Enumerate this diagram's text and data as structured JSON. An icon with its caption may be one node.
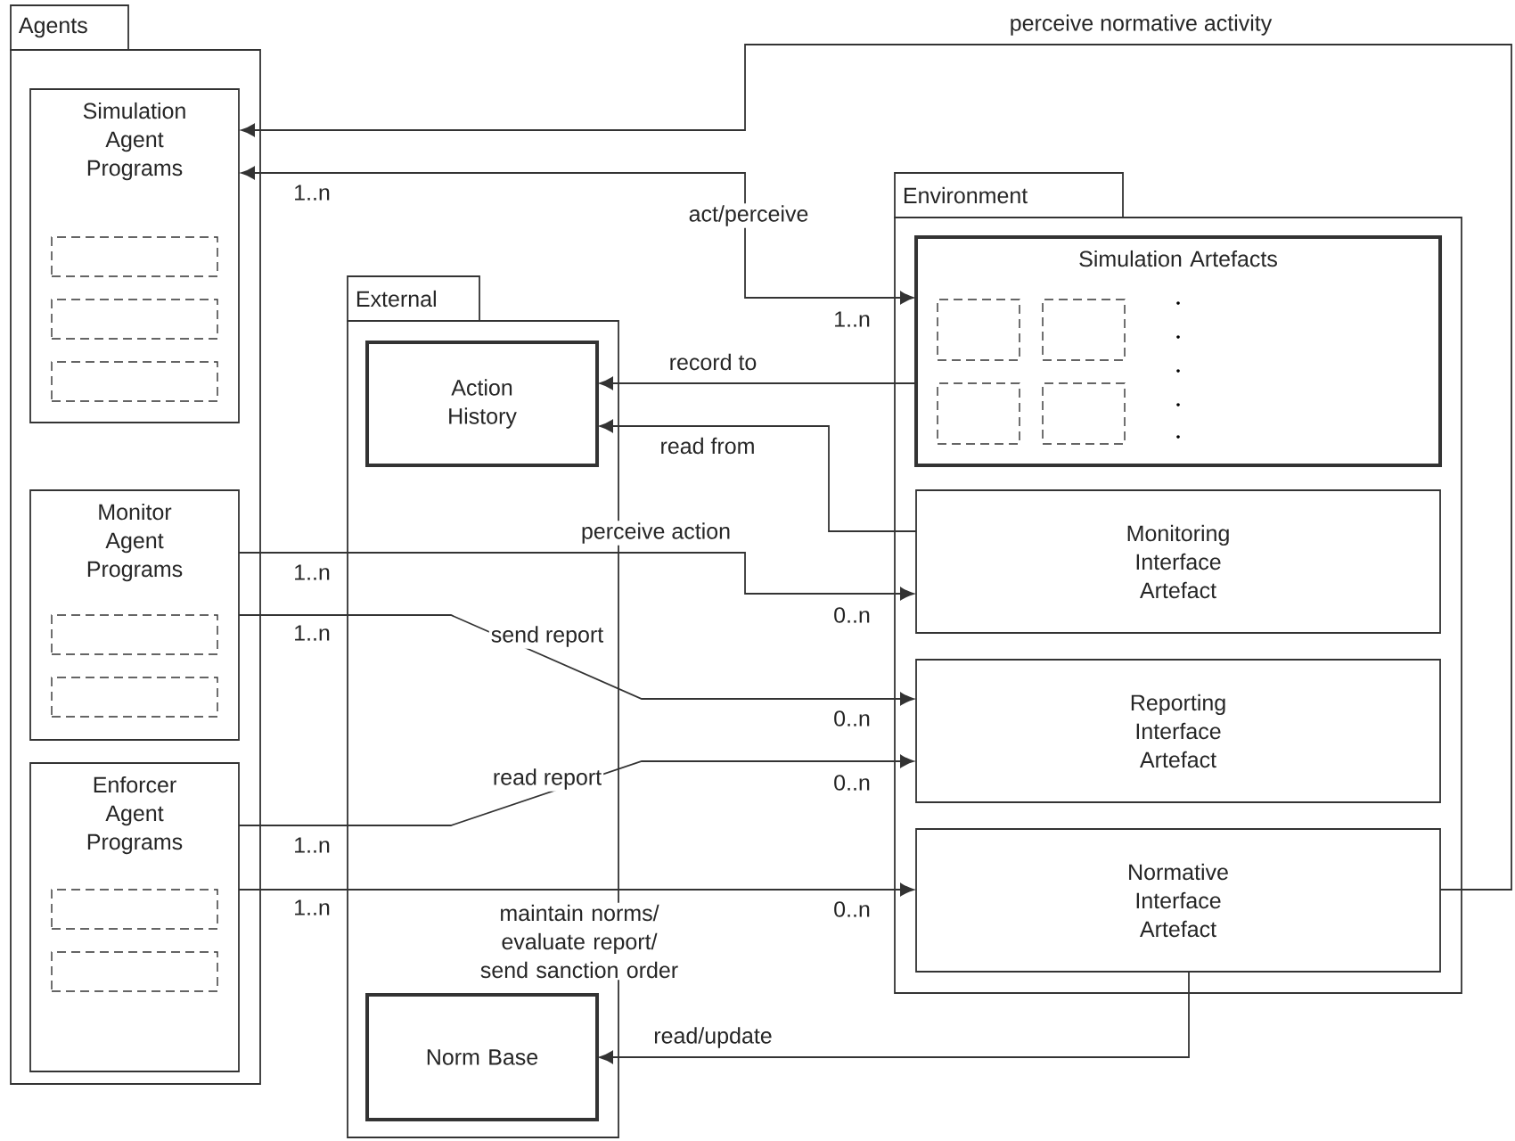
{
  "diagram": {
    "nodes": [
      {
        "text": [
          "Agents"
        ]
      },
      {
        "text": [
          "Simulation Agent Programs"
        ],
        "in": 0
      },
      {
        "text": [],
        "shape": "box",
        "in": 1
      },
      {
        "text": [],
        "shape": "box",
        "in": 1
      },
      {
        "text": [],
        "shape": "box",
        "in": 1
      },
      {
        "text": [
          "Monitor Agent Programs"
        ],
        "in": 0
      },
      {
        "text": [],
        "shape": "box",
        "in": 5
      },
      {
        "text": [],
        "shape": "box",
        "in": 5
      },
      {
        "text": [
          "Enforcer Agent Programs"
        ],
        "in": 0
      },
      {
        "text": [],
        "shape": "box",
        "in": 8
      },
      {
        "text": [],
        "shape": "box",
        "in": 8
      },
      {
        "text": [
          "External"
        ]
      },
      {
        "text": [
          "Action History"
        ],
        "in": 11
      },
      {
        "text": [
          "Norm Base"
        ],
        "in": 11
      },
      {
        "text": [
          "Environment"
        ]
      },
      {
        "text": [
          "Simulation Artefacts"
        ],
        "in": 14
      },
      {
        "text": [],
        "shape": "box",
        "in": 15
      },
      {
        "text": [],
        "shape": "box",
        "in": 15
      },
      {
        "text": [],
        "shape": "box",
        "in": 15
      },
      {
        "text": [],
        "shape": "box",
        "in": 15
      },
      {
        "text": [
          "Monitoring Interface Artefact"
        ],
        "in": 14
      },
      {
        "text": [
          "Reporting Interface Artefact"
        ],
        "in": 14
      },
      {
        "text": [
          "Normative Interface Artefact"
        ],
        "in": 14
      }
    ],
    "edges": [
      {
        "from": 22,
        "to": 1,
        "arrow": "to",
        "label": "perceive normative activity"
      },
      {
        "from": 1,
        "to": 15,
        "arrow": "both",
        "label": "act/perceive"
      },
      {
        "from": 15,
        "to": 12,
        "arrow": "to",
        "label": "record to"
      },
      {
        "from": 20,
        "to": 12,
        "arrow": "to",
        "label": "read from"
      },
      {
        "from": 5,
        "to": 20,
        "arrow": "to",
        "label": "perceive action"
      },
      {
        "from": 5,
        "to": 21,
        "arrow": "to",
        "label": "send report"
      },
      {
        "from": 8,
        "to": 21,
        "arrow": "to",
        "label": "read report"
      },
      {
        "from": 8,
        "to": 22,
        "arrow": "to",
        "label": "maintain norms/ evaluate report/ send sanction order"
      },
      {
        "from": 22,
        "to": 13,
        "arrow": "to",
        "label": "read/update"
      }
    ],
    "labels": [
      "1..n",
      "1..n",
      "1..n",
      "0..n",
      "1..n",
      "0..n",
      "0..n",
      "1..n",
      "1..n",
      "0..n"
    ]
  }
}
